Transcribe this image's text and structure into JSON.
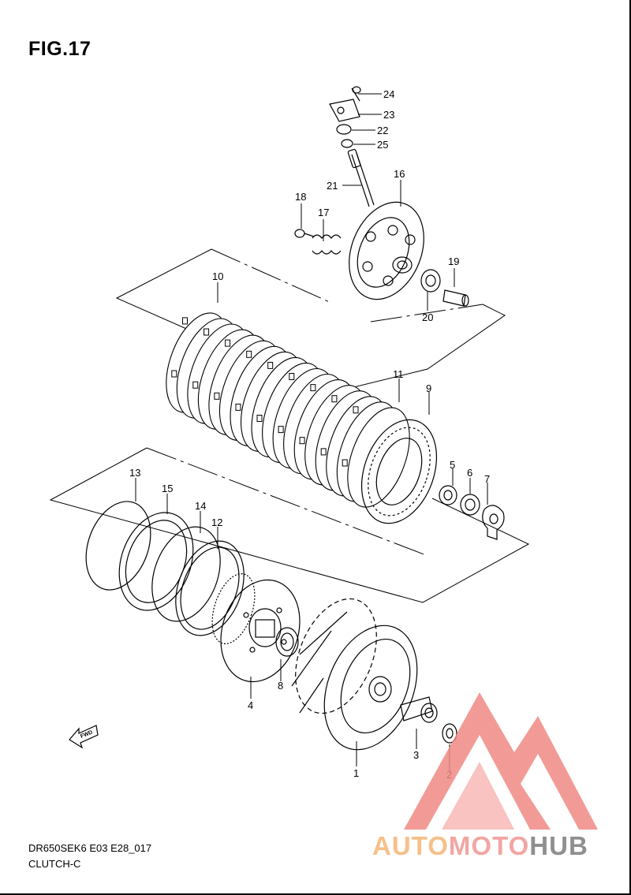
{
  "figure": {
    "title": "FIG.17"
  },
  "footer": {
    "model_code": "DR650SEK6 E03 E28_017",
    "group_name": "CLUTCH-C"
  },
  "fwd_badge": {
    "text": "FWD"
  },
  "watermark": {
    "part_a": "AUTO",
    "part_b": "MOTO",
    "part_c": "HUB"
  },
  "callouts": [
    {
      "num": "1"
    },
    {
      "num": "2"
    },
    {
      "num": "3"
    },
    {
      "num": "4"
    },
    {
      "num": "5"
    },
    {
      "num": "6"
    },
    {
      "num": "7"
    },
    {
      "num": "8"
    },
    {
      "num": "9"
    },
    {
      "num": "10"
    },
    {
      "num": "11"
    },
    {
      "num": "12"
    },
    {
      "num": "13"
    },
    {
      "num": "14"
    },
    {
      "num": "15"
    },
    {
      "num": "16"
    },
    {
      "num": "17"
    },
    {
      "num": "18"
    },
    {
      "num": "19"
    },
    {
      "num": "20"
    },
    {
      "num": "21"
    },
    {
      "num": "22"
    },
    {
      "num": "23"
    },
    {
      "num": "24"
    },
    {
      "num": "25"
    }
  ],
  "colors": {
    "line": "#000000",
    "watermark_red": "#f08a84",
    "watermark_orange": "#f6c08a",
    "watermark_gray": "#8f8f8f"
  }
}
